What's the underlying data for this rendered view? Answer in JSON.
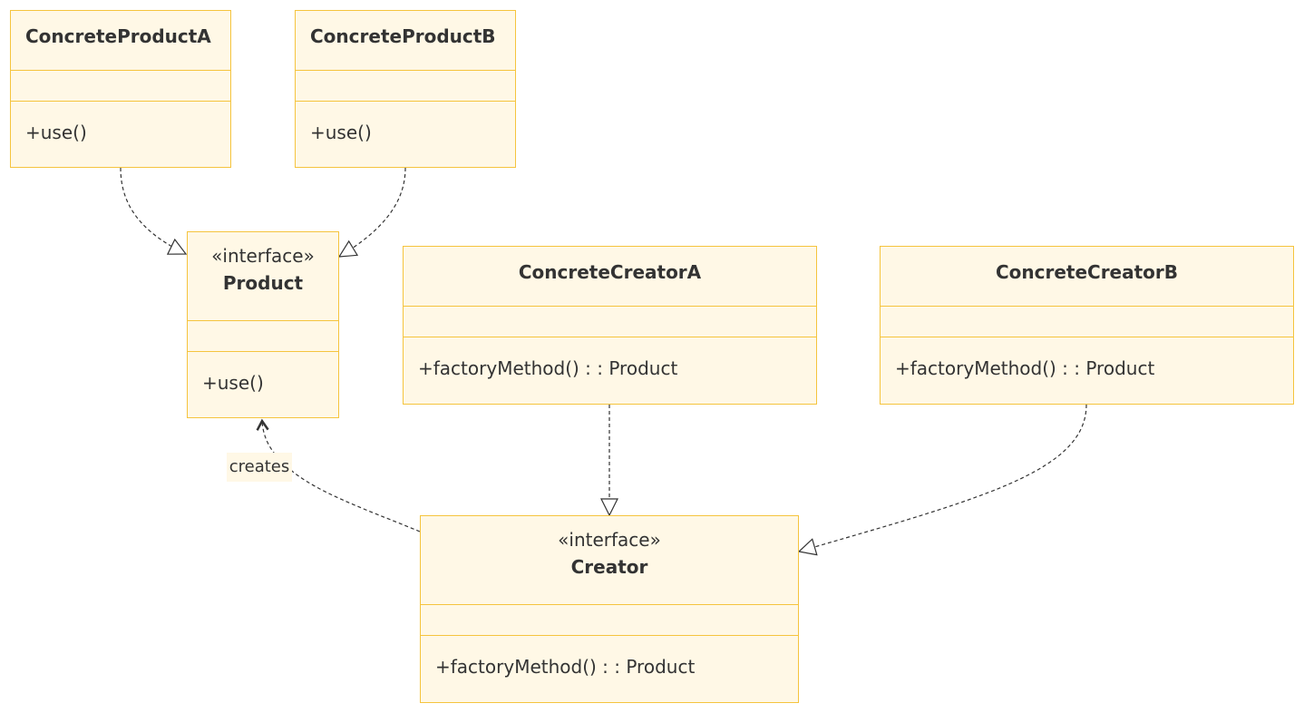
{
  "classes": {
    "concrete_product_a": {
      "name": "ConcreteProductA",
      "operation": "+use()"
    },
    "concrete_product_b": {
      "name": "ConcreteProductB",
      "operation": "+use()"
    },
    "product": {
      "stereotype": "«interface»",
      "name": "Product",
      "operation": "+use()"
    },
    "concrete_creator_a": {
      "name": "ConcreteCreatorA",
      "operation": "+factoryMethod() : : Product"
    },
    "concrete_creator_b": {
      "name": "ConcreteCreatorB",
      "operation": "+factoryMethod() : : Product"
    },
    "creator": {
      "stereotype": "«interface»",
      "name": "Creator",
      "operation": "+factoryMethod() : : Product"
    }
  },
  "relations": {
    "creates_label": "creates"
  },
  "colors": {
    "box_fill": "#fff8e6",
    "box_border": "#f5c43e",
    "line": "#333333"
  }
}
